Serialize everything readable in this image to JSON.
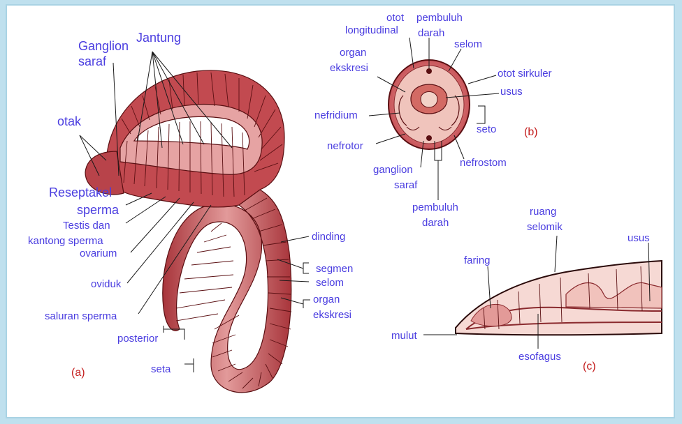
{
  "panels": {
    "a": "(a)",
    "b": "(b)",
    "c": "(c)"
  },
  "labels_a": {
    "ganglion_saraf": [
      "Ganglion",
      "saraf"
    ],
    "jantung": "Jantung",
    "otak": "otak",
    "reseptakel_sperma": [
      "Resepta",
      "kel",
      "sperma"
    ],
    "testis_dan": "Testis dan",
    "kantong_sperma": "kantong sperma",
    "ovarium": "ovarium",
    "oviduk": "oviduk",
    "saluran_sperma": "saluran sperma",
    "posterior": "posterior",
    "seta": "seta",
    "dinding": "dinding",
    "segmen": "segmen",
    "selom": "selom",
    "organ_ekskresi": [
      "organ",
      "ekskresi"
    ]
  },
  "labels_b": {
    "otot_longitudinal": [
      "otot",
      "longitudinal"
    ],
    "pembuluh_darah_top": [
      "pembuluh",
      "darah"
    ],
    "selom": "selom",
    "organ_ekskresi": [
      "organ",
      "ekskresi"
    ],
    "otot_sirkuler": "otot sirkuler",
    "usus": "usus",
    "nefridium": "nefridium",
    "seto": "seto",
    "nefrotor": "nefrotor",
    "nefrostom": "nefrostom",
    "ganglion_saraf": [
      "ganglion",
      "saraf"
    ],
    "pembuluh_darah_bottom": [
      "pembuluh",
      "darah"
    ]
  },
  "labels_c": {
    "ruang_selomik": [
      "ruang",
      "selomik"
    ],
    "usus": "usus",
    "faring": "faring",
    "mulut": "mulut",
    "esofagus": "esofagus"
  },
  "colors": {
    "background": "#bfe0ee",
    "label": "#4a3de0",
    "panel_letter": "#c41e1e",
    "worm_fill": "#c9555a",
    "worm_light": "#e8a5a5",
    "worm_dark": "#5a0f12"
  }
}
